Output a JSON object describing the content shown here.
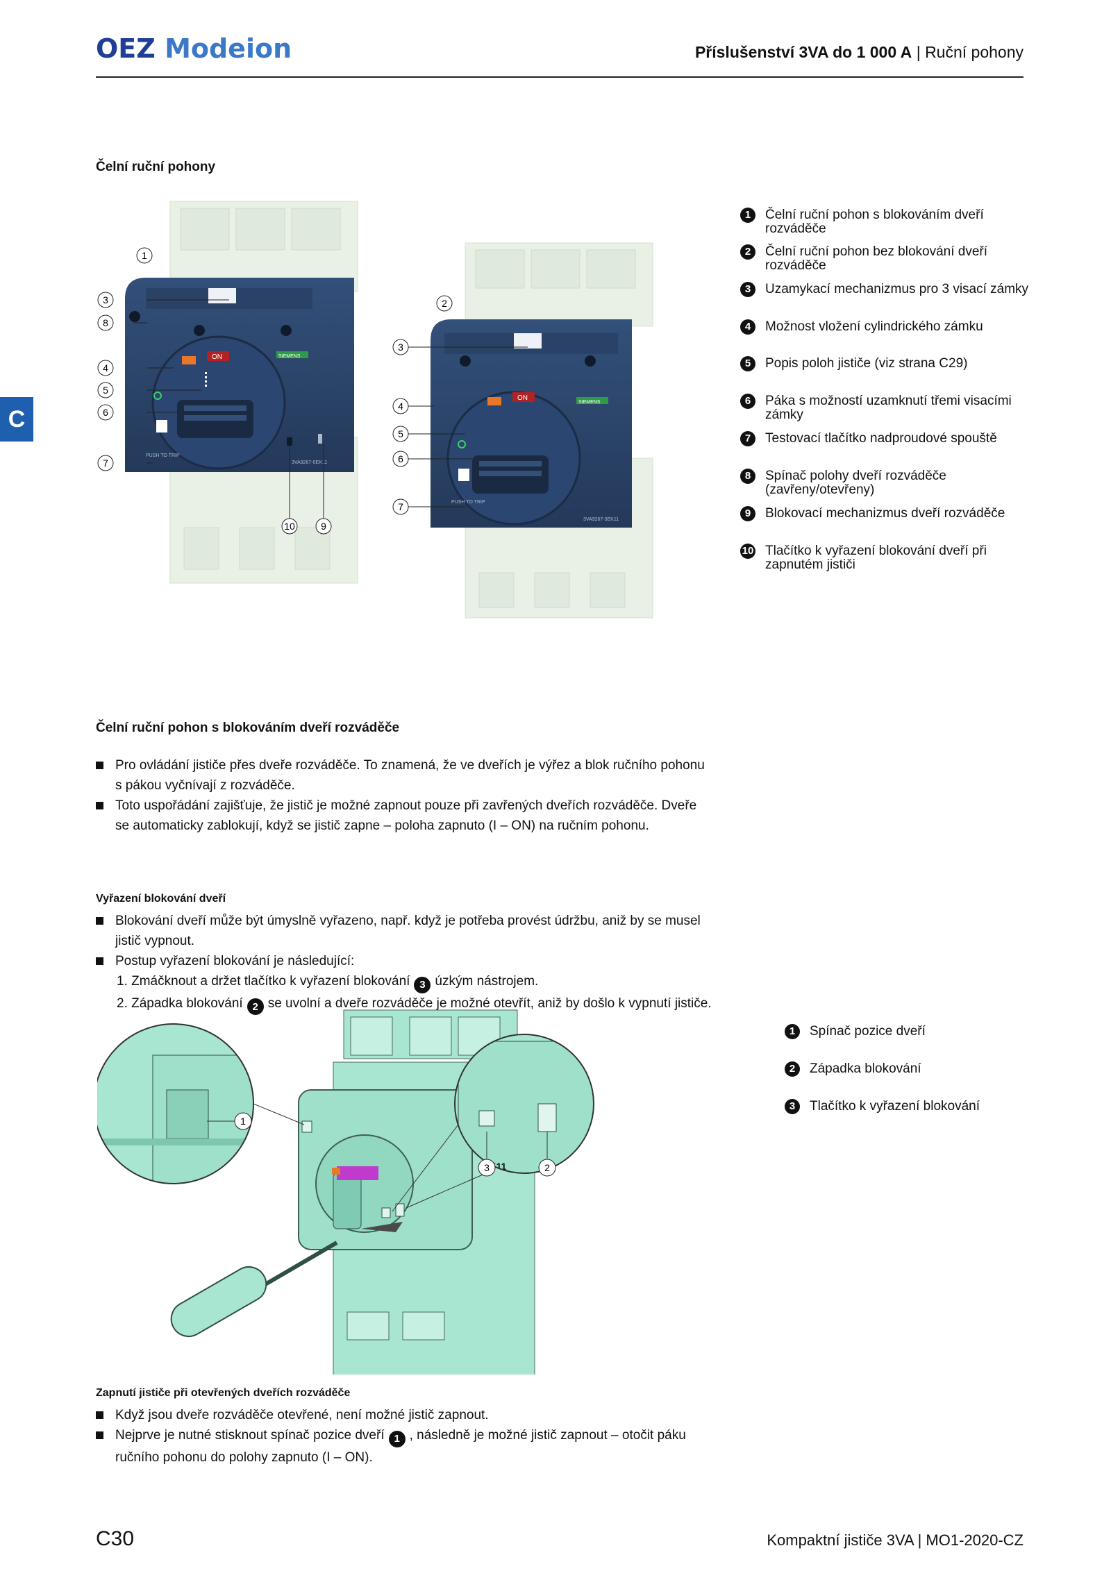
{
  "header": {
    "logo_brand": "OEZ",
    "logo_product": "Modeion",
    "title_bold": "Příslušenství 3VA do 1 000 A",
    "separator": "|",
    "title_rest": "Ruční pohony"
  },
  "side_tab": "C",
  "section1": {
    "title": "Čelní ruční pohony",
    "legend": [
      {
        "n": "1",
        "text": "Čelní ruční pohon s blokováním dveří rozváděče"
      },
      {
        "n": "2",
        "text": "Čelní ruční pohon bez blokování dveří rozváděče"
      },
      {
        "n": "3",
        "text": "Uzamykací mechanizmus pro 3 visací zámky"
      },
      {
        "n": "4",
        "text": "Možnost vložení cylindrického zámku"
      },
      {
        "n": "5",
        "text": "Popis poloh jističe (viz strana C29)"
      },
      {
        "n": "6",
        "text": "Páka s možností uzamknutí třemi visacími zámky"
      },
      {
        "n": "7",
        "text": "Testovací tlačítko nadproudové spouště"
      },
      {
        "n": "8",
        "text": "Spínač polohy dveří rozváděče (zavřeny/otevřeny)"
      },
      {
        "n": "9",
        "text": "Blokovací mechanizmus dveří rozváděče"
      },
      {
        "n": "10",
        "text": "Tlačítko k vyřazení blokování dveří při zapnutém jističi"
      }
    ],
    "figure": {
      "brand": "SIEMENS",
      "on_label": "ON",
      "model": "3VA9267-0EK11",
      "push_label": "PUSH TO TRIP",
      "callouts_left": [
        "1",
        "3",
        "8",
        "4",
        "5",
        "6",
        "7",
        "10",
        "9"
      ],
      "callouts_right": [
        "2",
        "3",
        "4",
        "5",
        "6",
        "7"
      ]
    }
  },
  "section2": {
    "title": "Čelní ruční pohon s blokováním dveří rozváděče",
    "bullets": [
      "Pro ovládání jističe přes dveře rozváděče. To znamená, že ve dveřích je výřez a blok ručního pohonu s pákou vyčnívají z rozváděče.",
      "Toto uspořádání zajišťuje, že jistič je možné zapnout pouze při zavřených dveřích rozváděče. Dveře se automaticky zablokují, když se jistič zapne – poloha zapnuto (I – ON) na ručním pohonu."
    ]
  },
  "section3": {
    "title": "Vyřazení blokování dveří",
    "bullet1": "Blokování dveří může být úmyslně vyřazeno, např. když je potřeba provést údržbu, aniž by se musel jistič vypnout.",
    "bullet2": "Postup vyřazení blokování je následující:",
    "step1_a": "1.  Zmáčknout a držet tlačítko k vyřazení blokování",
    "step1_n": "3",
    "step1_b": "úzkým nástrojem.",
    "step2_a": "2.  Západka blokování",
    "step2_n": "2",
    "step2_b": "se uvolní a dveře rozváděče je možné otevřít, aniž by došlo k vypnutí jističe.",
    "legend": [
      {
        "n": "1",
        "text": "Spínač pozice dveří"
      },
      {
        "n": "2",
        "text": "Západka blokování"
      },
      {
        "n": "3",
        "text": "Tlačítko k vyřazení blokování"
      }
    ],
    "figure": {
      "zoom_label": "EK11",
      "callouts": [
        "1",
        "3",
        "2"
      ]
    }
  },
  "section4": {
    "title": "Zapnutí jističe při otevřených dveřích rozváděče",
    "bullet1": "Když jsou dveře rozváděče otevřené, není možné jistič zapnout.",
    "bullet2_a": "Nejprve je nutné stisknout spínač pozice dveří",
    "bullet2_n": "1",
    "bullet2_b": ", následně je možné jistič zapnout – otočit páku ručního pohonu do polohy zapnuto (I  – ON)."
  },
  "footer": {
    "page": "C30",
    "right": "Kompaktní jističe 3VA | MO1-2020-CZ"
  },
  "colors": {
    "brand_blue": "#1f5fb0",
    "device_navy": "#2c4468",
    "breaker_pale": "#e8f0e6",
    "breaker_mint": "#a8e6d2"
  }
}
